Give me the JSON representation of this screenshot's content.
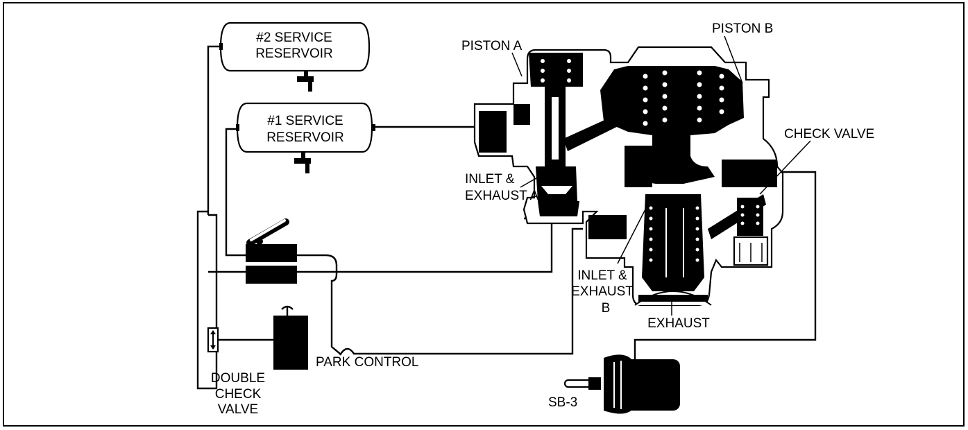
{
  "labels": {
    "res2_line1": "#2 SERVICE",
    "res2_line2": "RESERVOIR",
    "res1_line1": "#1 SERVICE",
    "res1_line2": "RESERVOIR",
    "piston_a": "PISTON A",
    "piston_b": "PISTON B",
    "check_valve": "CHECK VALVE",
    "inlet_a_line1": "INLET &",
    "inlet_a_line2": "EXHAUST A",
    "inlet_b_line1": "INLET &",
    "inlet_b_line2": "EXHAUST",
    "inlet_b_line3": "B",
    "exhaust": "EXHAUST",
    "park_control": "PARK CONTROL",
    "dcv_line1": "DOUBLE",
    "dcv_line2": "CHECK",
    "dcv_line3": "VALVE",
    "sb3": "SB-3"
  },
  "colors": {
    "ink": "#000000",
    "paper": "#ffffff"
  }
}
